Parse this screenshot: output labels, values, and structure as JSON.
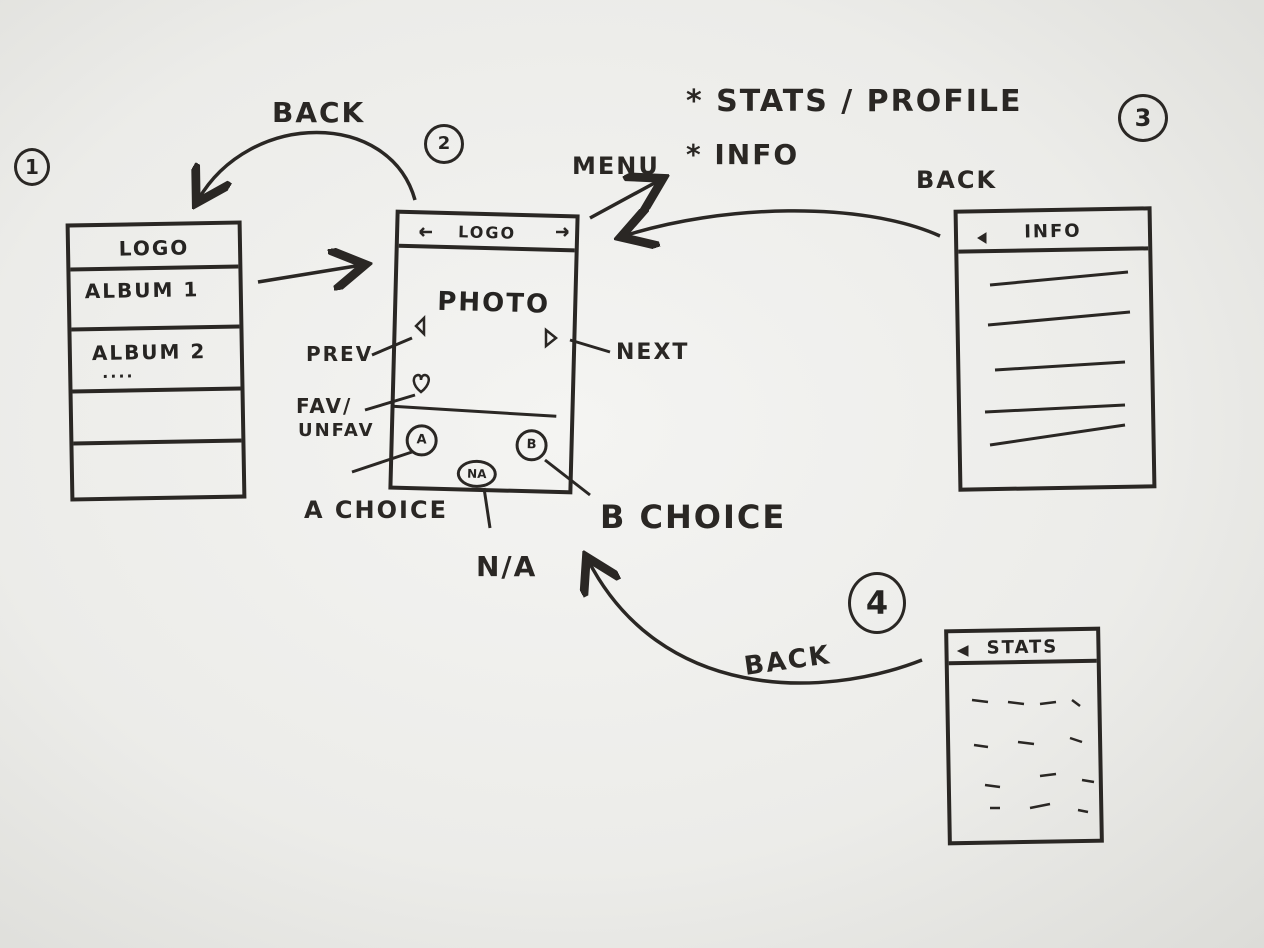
{
  "step_numbers": [
    "1",
    "2",
    "3",
    "4"
  ],
  "screen1": {
    "logo": "LOGO",
    "album1": "ALBUM 1",
    "album2": "ALBUM 2",
    "more": "...."
  },
  "screen2": {
    "logo": "LOGO",
    "photo": "PHOTO",
    "btn_a": "A",
    "btn_na": "NA",
    "btn_b": "B"
  },
  "screen3": {
    "title": "INFO"
  },
  "screen4": {
    "title": "STATS"
  },
  "labels": {
    "back_top": "BACK",
    "menu": "MENU",
    "menu_items": [
      "* STATS / PROFILE",
      "* INFO"
    ],
    "back_info": "BACK",
    "prev": "PREV",
    "next": "NEXT",
    "fav": "FAV/",
    "unfav": "UNFAV",
    "a_choice": "A CHOICE",
    "b_choice": "B CHOICE",
    "na": "N/A",
    "back_stats": "BACK"
  }
}
